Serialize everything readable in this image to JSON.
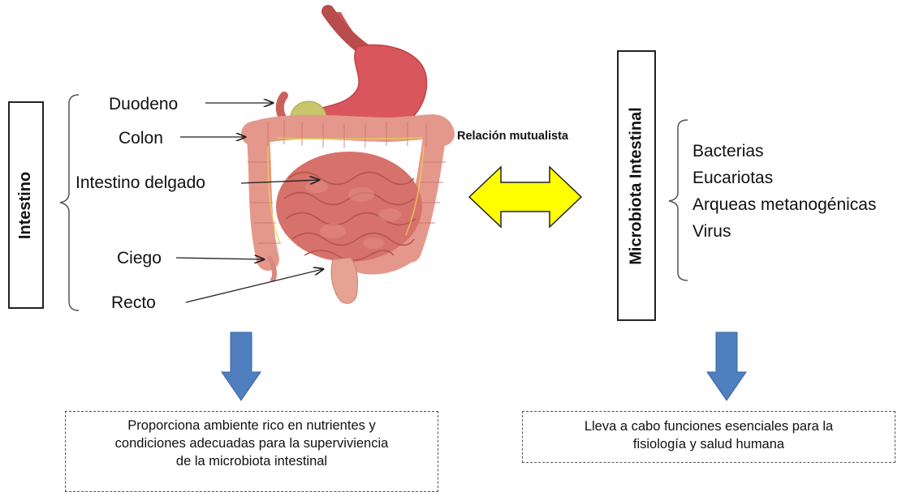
{
  "left_panel": {
    "title": "Intestino",
    "labels": {
      "duodeno": "Duodeno",
      "colon": "Colon",
      "intestino_delgado": "Intestino delgado",
      "ciego": "Ciego",
      "recto": "Recto"
    },
    "description_lines": [
      "Proporciona ambiente rico en nutrientes y",
      "condiciones adecuadas para la superviviencia",
      "de la microbiota intestinal"
    ]
  },
  "relation": {
    "label": "Relación mutualista",
    "arrow_color": "#ffff00"
  },
  "right_panel": {
    "title": "Microbiota Intestinal",
    "items": [
      "Bacterias",
      "Eucariotas",
      "Arqueas metanogénicas",
      "Virus"
    ],
    "description_lines": [
      "Lleva a cabo funciones esenciales para la",
      "fisiología y salud humana"
    ]
  },
  "colors": {
    "down_arrow": "#4f7fbf",
    "organ_pink": "#e07f78",
    "stomach": "#d9575c"
  }
}
